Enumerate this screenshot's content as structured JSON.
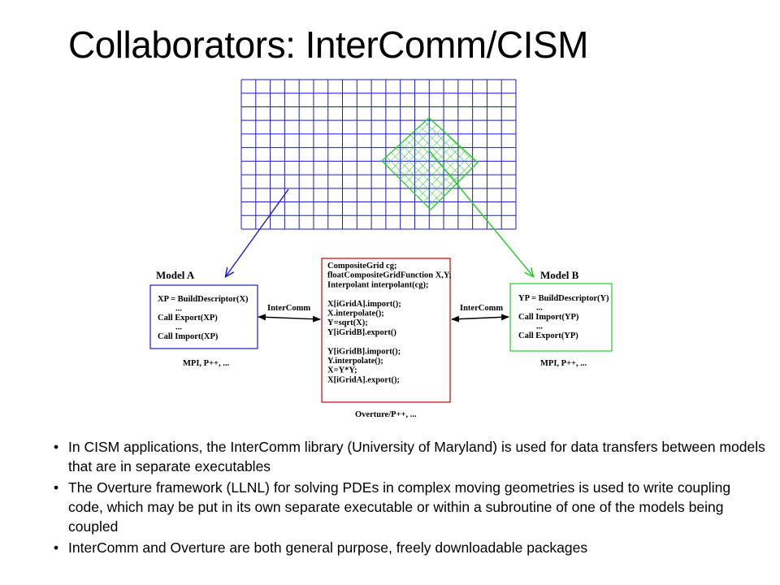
{
  "title": "Collaborators:  InterComm/CISM",
  "diagram": {
    "model_a": {
      "title": "Model A",
      "lines": [
        "XP = BuildDescriptor(X)",
        "...",
        "Call Export(XP)",
        "...",
        "Call Import(XP)"
      ],
      "footer": "MPI, P++, ..."
    },
    "model_b": {
      "title": "Model B",
      "lines": [
        "YP = BuildDescriptor(Y)",
        "...",
        "Call Import(YP)",
        "...",
        "Call Export(YP)"
      ],
      "footer": "MPI, P++, ..."
    },
    "overture": {
      "lines": [
        "CompositeGrid cg;",
        "floatCompositeGridFunction X,Y;",
        "Interpolant interpolant(cg);",
        "",
        "X[iGridA].import();",
        "X.interpolate();",
        "Y=sqrt(X);",
        "Y[iGridB].export()",
        "",
        "Y[iGridB].import();",
        "Y.interpolate();",
        "X=Y*Y;",
        "X[iGridA].export();"
      ],
      "footer": "Overture/P++, ..."
    },
    "link_left_label": "InterComm",
    "link_right_label": "InterComm",
    "colors": {
      "grid": "#1a1acc",
      "overlay": "#22cc22",
      "model_a": "#1a1acc",
      "model_b": "#22cc22",
      "overture": "#cc0000"
    }
  },
  "bullets": [
    "In CISM applications, the InterComm library (University of Maryland) is used for data transfers between models that are in separate executables",
    "The Overture framework (LLNL) for solving PDEs in complex moving geometries is used to write coupling code, which may be put in its own separate executable or within a subroutine of one of the models being coupled",
    "InterComm and Overture are both general purpose, freely downloadable packages"
  ]
}
